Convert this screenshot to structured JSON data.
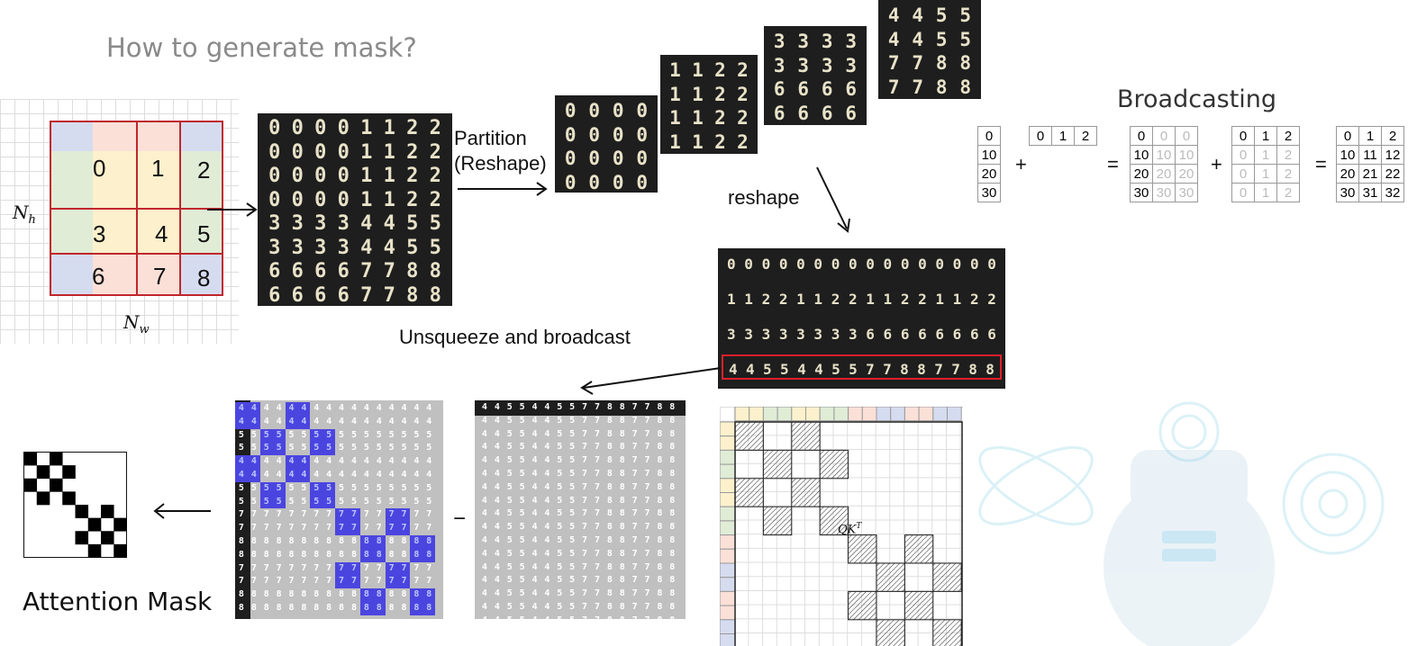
{
  "title": "How to generate mask?",
  "grid_labels": {
    "nh": "N",
    "nh_sub": "h",
    "nw": "N",
    "nw_sub": "w"
  },
  "window_ids": [
    "0",
    "1",
    "2",
    "3",
    "4",
    "5",
    "6",
    "7",
    "8"
  ],
  "big_matrix": [
    [
      "0",
      "0",
      "0",
      "0",
      "1",
      "1",
      "2",
      "2"
    ],
    [
      "0",
      "0",
      "0",
      "0",
      "1",
      "1",
      "2",
      "2"
    ],
    [
      "0",
      "0",
      "0",
      "0",
      "1",
      "1",
      "2",
      "2"
    ],
    [
      "0",
      "0",
      "0",
      "0",
      "1",
      "1",
      "2",
      "2"
    ],
    [
      "3",
      "3",
      "3",
      "3",
      "4",
      "4",
      "5",
      "5"
    ],
    [
      "3",
      "3",
      "3",
      "3",
      "4",
      "4",
      "5",
      "5"
    ],
    [
      "6",
      "6",
      "6",
      "6",
      "7",
      "7",
      "8",
      "8"
    ],
    [
      "6",
      "6",
      "6",
      "6",
      "7",
      "7",
      "8",
      "8"
    ]
  ],
  "partition_label_1": "Partition",
  "partition_label_2": "(Reshape)",
  "blocks": [
    [
      [
        "0",
        "0",
        "0",
        "0"
      ],
      [
        "0",
        "0",
        "0",
        "0"
      ],
      [
        "0",
        "0",
        "0",
        "0"
      ],
      [
        "0",
        "0",
        "0",
        "0"
      ]
    ],
    [
      [
        "1",
        "1",
        "2",
        "2"
      ],
      [
        "1",
        "1",
        "2",
        "2"
      ],
      [
        "1",
        "1",
        "2",
        "2"
      ],
      [
        "1",
        "1",
        "2",
        "2"
      ]
    ],
    [
      [
        "3",
        "3",
        "3",
        "3"
      ],
      [
        "3",
        "3",
        "3",
        "3"
      ],
      [
        "6",
        "6",
        "6",
        "6"
      ],
      [
        "6",
        "6",
        "6",
        "6"
      ]
    ],
    [
      [
        "4",
        "4",
        "5",
        "5"
      ],
      [
        "4",
        "4",
        "5",
        "5"
      ],
      [
        "7",
        "7",
        "8",
        "8"
      ],
      [
        "7",
        "7",
        "8",
        "8"
      ]
    ]
  ],
  "reshape_label": "reshape",
  "flat_rows": [
    "0000000000000000",
    "1122112211221122",
    "3333333366666666",
    "4455445577887788"
  ],
  "unsqueeze_label": "Unsqueeze and broadcast",
  "broadcast_title": "Broadcasting",
  "broadcast": {
    "col_a": [
      "0",
      "10",
      "20",
      "30"
    ],
    "row_b": [
      "0",
      "1",
      "2"
    ],
    "exp_a": [
      [
        "0",
        "0",
        "0"
      ],
      [
        "10",
        "10",
        "10"
      ],
      [
        "20",
        "20",
        "20"
      ],
      [
        "30",
        "30",
        "30"
      ]
    ],
    "exp_b": [
      [
        "0",
        "1",
        "2"
      ],
      [
        "0",
        "1",
        "2"
      ],
      [
        "0",
        "1",
        "2"
      ],
      [
        "0",
        "1",
        "2"
      ]
    ],
    "result": [
      [
        "0",
        "1",
        "2"
      ],
      [
        "10",
        "11",
        "12"
      ],
      [
        "20",
        "21",
        "22"
      ],
      [
        "30",
        "31",
        "32"
      ]
    ],
    "plus": "+",
    "equals": "="
  },
  "minus_sign": "−",
  "col_header": "4455445577887788",
  "row_header": "4455445577887788",
  "qk_label": "QK",
  "qk_sup": "T",
  "attention_label": "Attention Mask",
  "colors": {
    "dark_bg": "#1e1e1e",
    "mask_blue": "#4b45e0",
    "grid_red": "#c0262d",
    "tint_blue": "#d6dcf0",
    "tint_pink": "#fbe0d8",
    "tint_green": "#e0ecd6",
    "tint_yellow": "#fcf1cc"
  }
}
